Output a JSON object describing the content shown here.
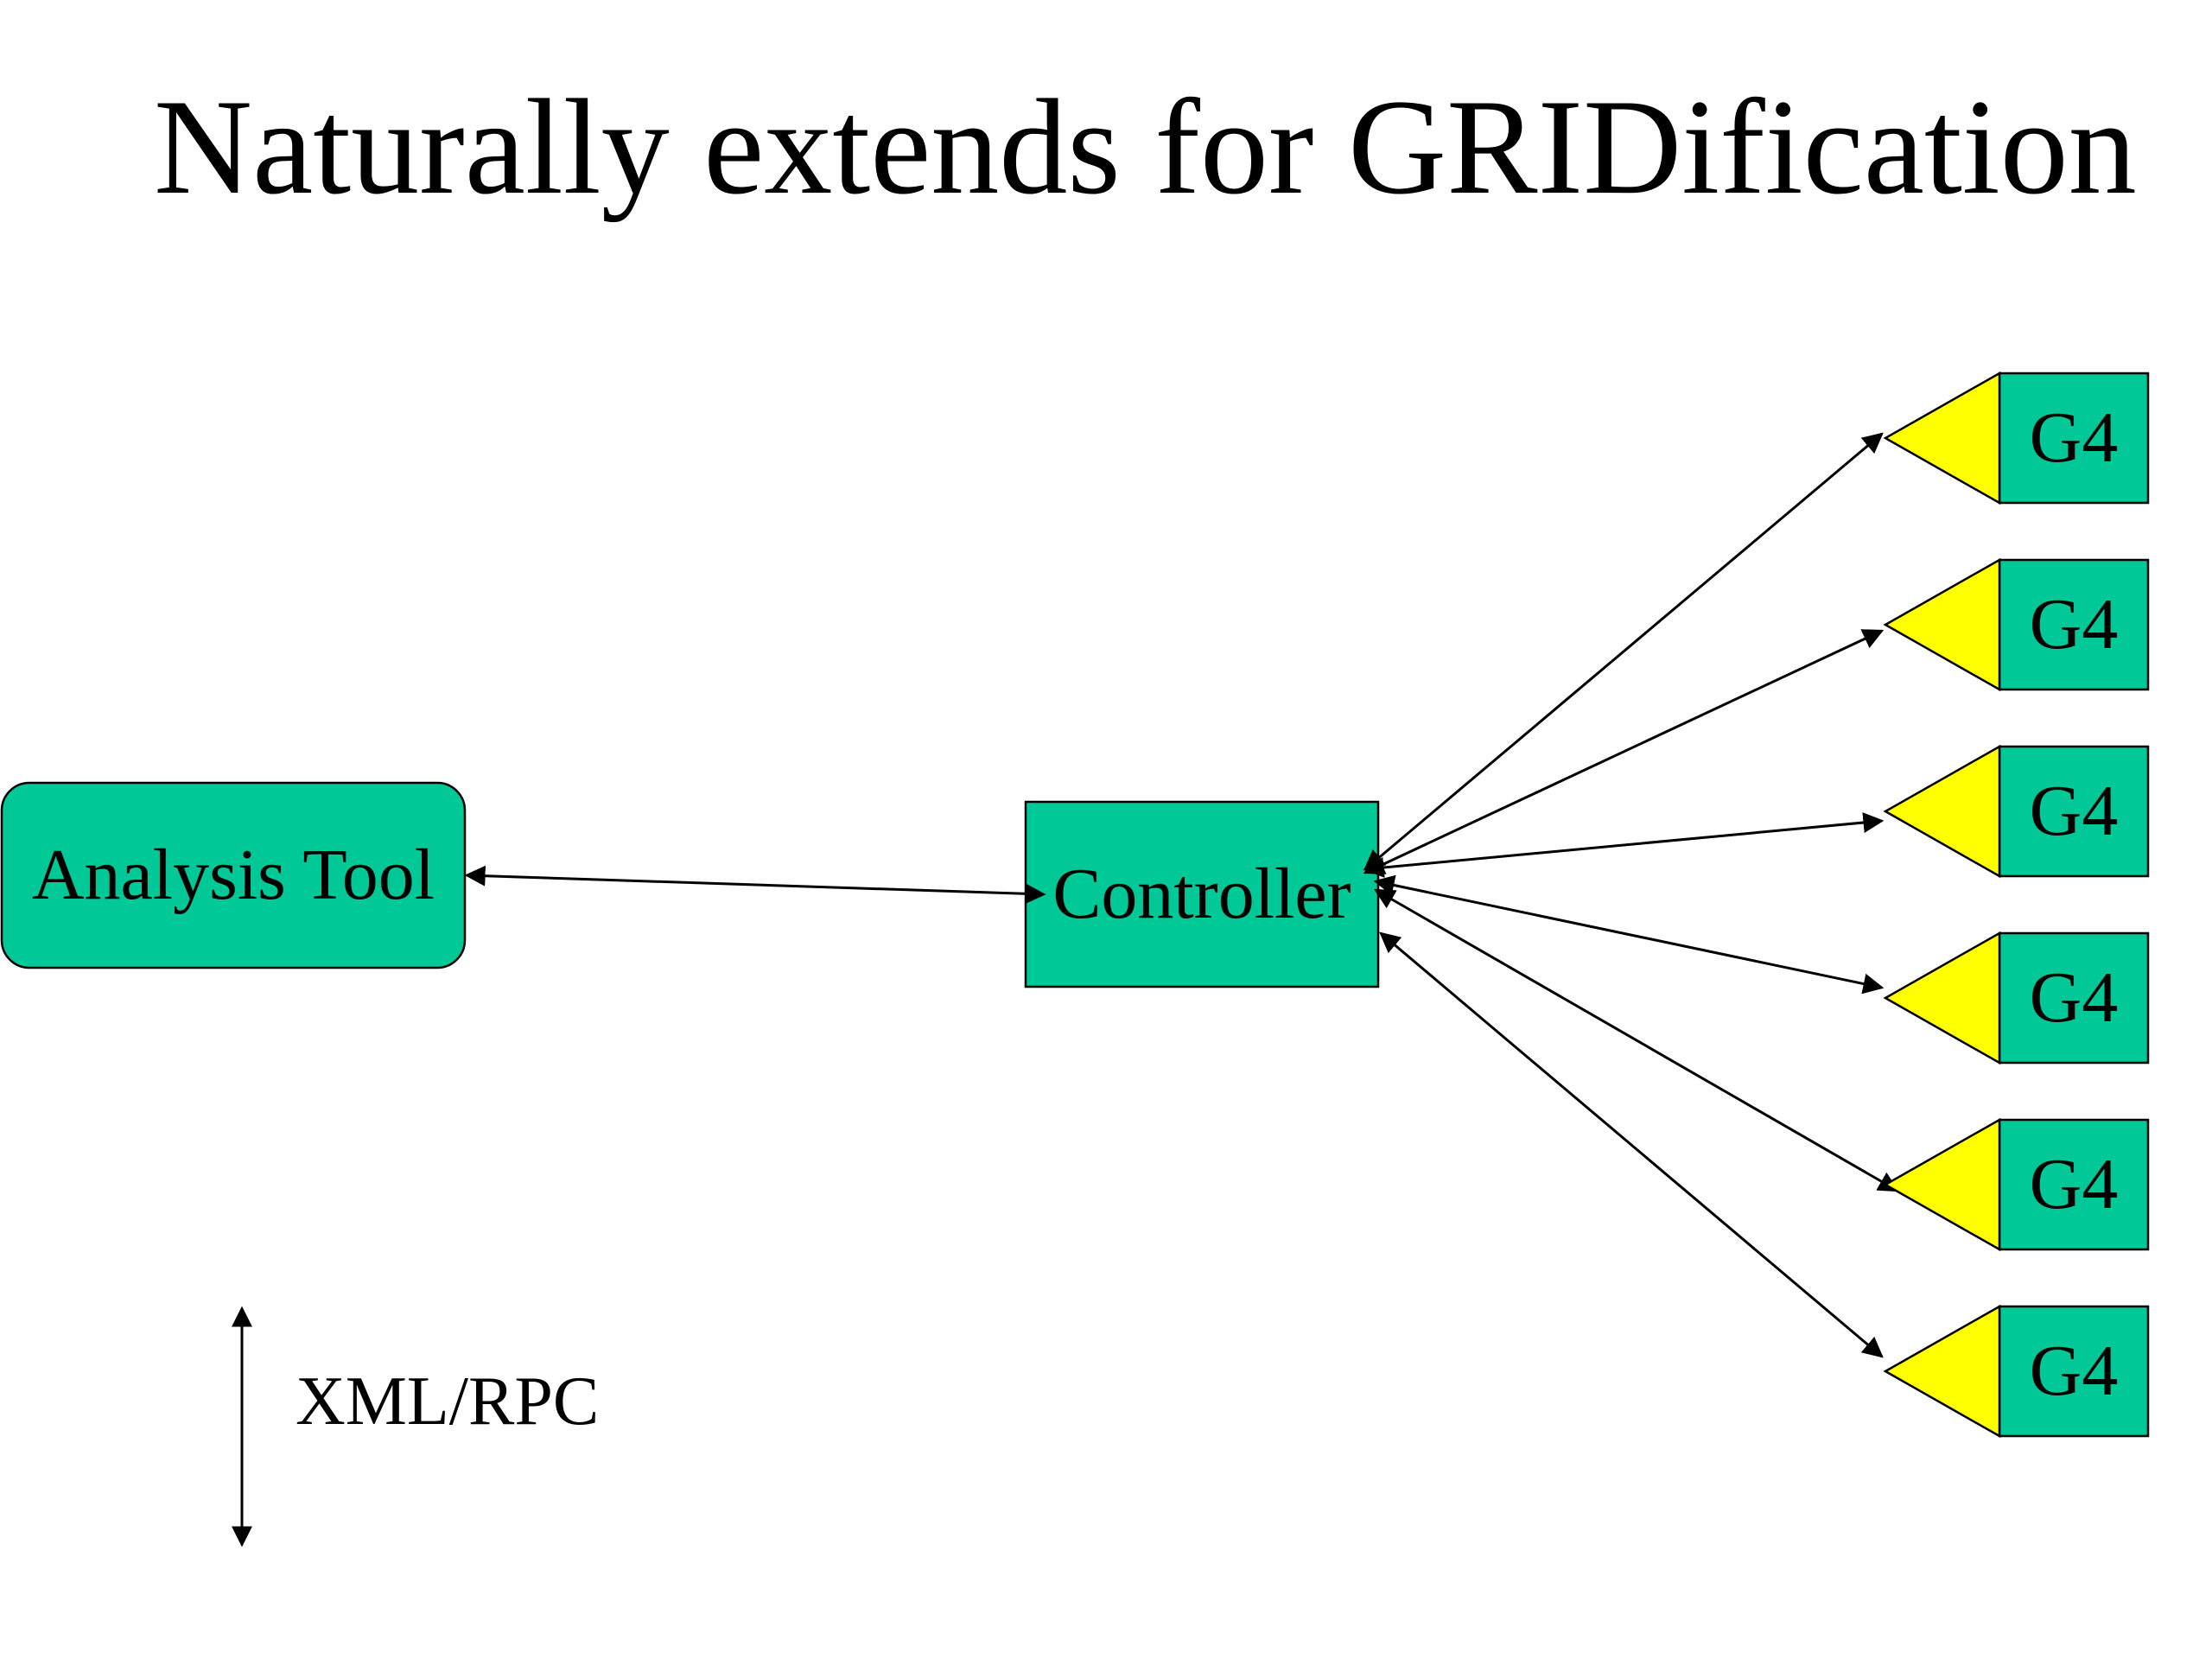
{
  "title": "Naturally extends for GRIDification",
  "nodes": {
    "analysis_tool": "Analysis Tool",
    "controller": "Controller",
    "workers": [
      "G4",
      "G4",
      "G4",
      "G4",
      "G4",
      "G4"
    ]
  },
  "legend": {
    "label": "XML/RPC"
  },
  "colors": {
    "node_fill": "#00c896",
    "triangle_fill": "#ffff00",
    "stroke": "#000000"
  }
}
